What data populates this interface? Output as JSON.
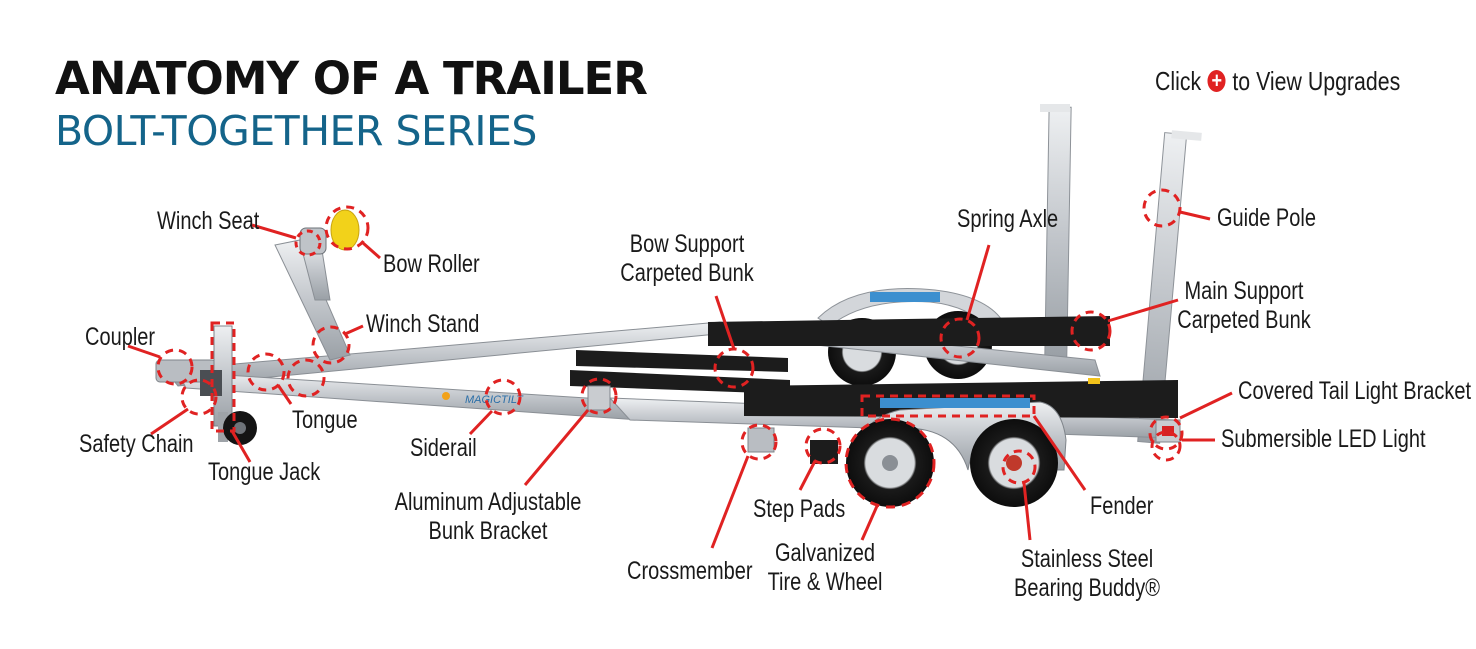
{
  "header": {
    "title": "ANATOMY OF A TRAILER",
    "subtitle": "BOLT-TOGETHER SERIES",
    "hint_before": "Click",
    "hint_icon": "plus-circle-icon",
    "hint_after": "to View Upgrades"
  },
  "colors": {
    "title": "#111111",
    "subtitle": "#14648a",
    "callout": "#e02222",
    "frame": "#c9ccd0",
    "bunk": "#1c1c1c"
  },
  "labels": {
    "winch_seat": "Winch Seat",
    "bow_roller": "Bow Roller",
    "winch_stand": "Winch Stand",
    "coupler": "Coupler",
    "safety_chain": "Safety Chain",
    "tongue": "Tongue",
    "tongue_jack": "Tongue Jack",
    "siderail": "Siderail",
    "bow_support_line1": "Bow Support",
    "bow_support_line2": "Carpeted Bunk",
    "bunk_bracket_line1": "Aluminum Adjustable",
    "bunk_bracket_line2": "Bunk Bracket",
    "crossmember": "Crossmember",
    "step_pads": "Step Pads",
    "tire_line1": "Galvanized",
    "tire_line2": "Tire & Wheel",
    "spring_axle": "Spring Axle",
    "fender": "Fender",
    "bearing_line1": "Stainless Steel",
    "bearing_line2": "Bearing Buddy®",
    "guide_pole": "Guide Pole",
    "main_support_line1": "Main Support",
    "main_support_line2": "Carpeted Bunk",
    "tail_light_bracket": "Covered Tail Light Bracket",
    "led_light": "Submersible LED Light"
  }
}
